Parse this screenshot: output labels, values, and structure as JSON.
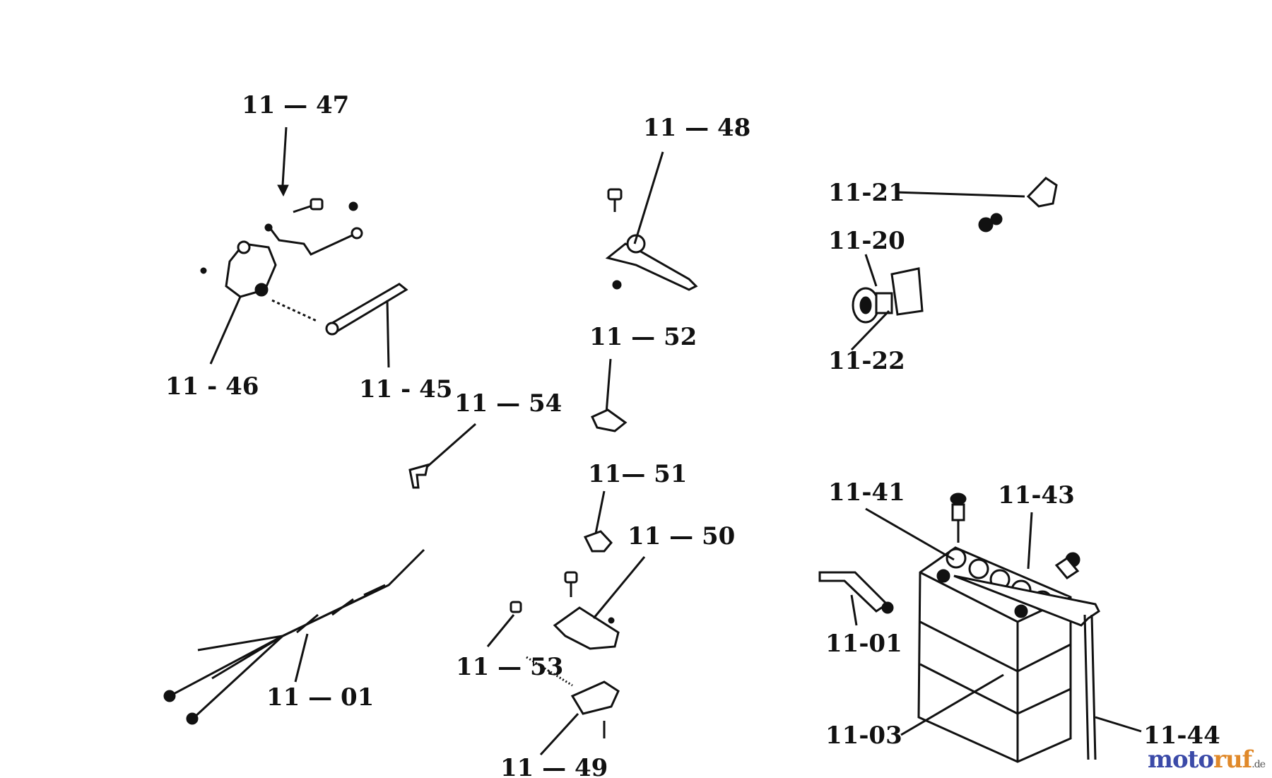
{
  "labels": {
    "l_11_47": "11 — 47",
    "l_11_48": "11 — 48",
    "l_11_21": "11-21",
    "l_11_20": "11-20",
    "l_11_22": "11-22",
    "l_11_46": "11 - 46",
    "l_11_45": "11 - 45",
    "l_11_52": "11 — 52",
    "l_11_54": "11 — 54",
    "l_11_51": "11— 51",
    "l_11_50": "11 — 50",
    "l_11_41": "11-41",
    "l_11_43": "11-43",
    "l_11_01_right": "11-01",
    "l_11_01_left": "11 — 01",
    "l_11_53": "11 — 53",
    "l_11_49": "11 — 49",
    "l_11_03": "11-03",
    "l_11_44": "11-44"
  },
  "watermark": {
    "part1": "moto",
    "part2": "ruf",
    "tld": ".de"
  },
  "colors": {
    "ink": "#111111",
    "watermark_blue": "#3b4aa8",
    "watermark_orange": "#e0892a"
  }
}
